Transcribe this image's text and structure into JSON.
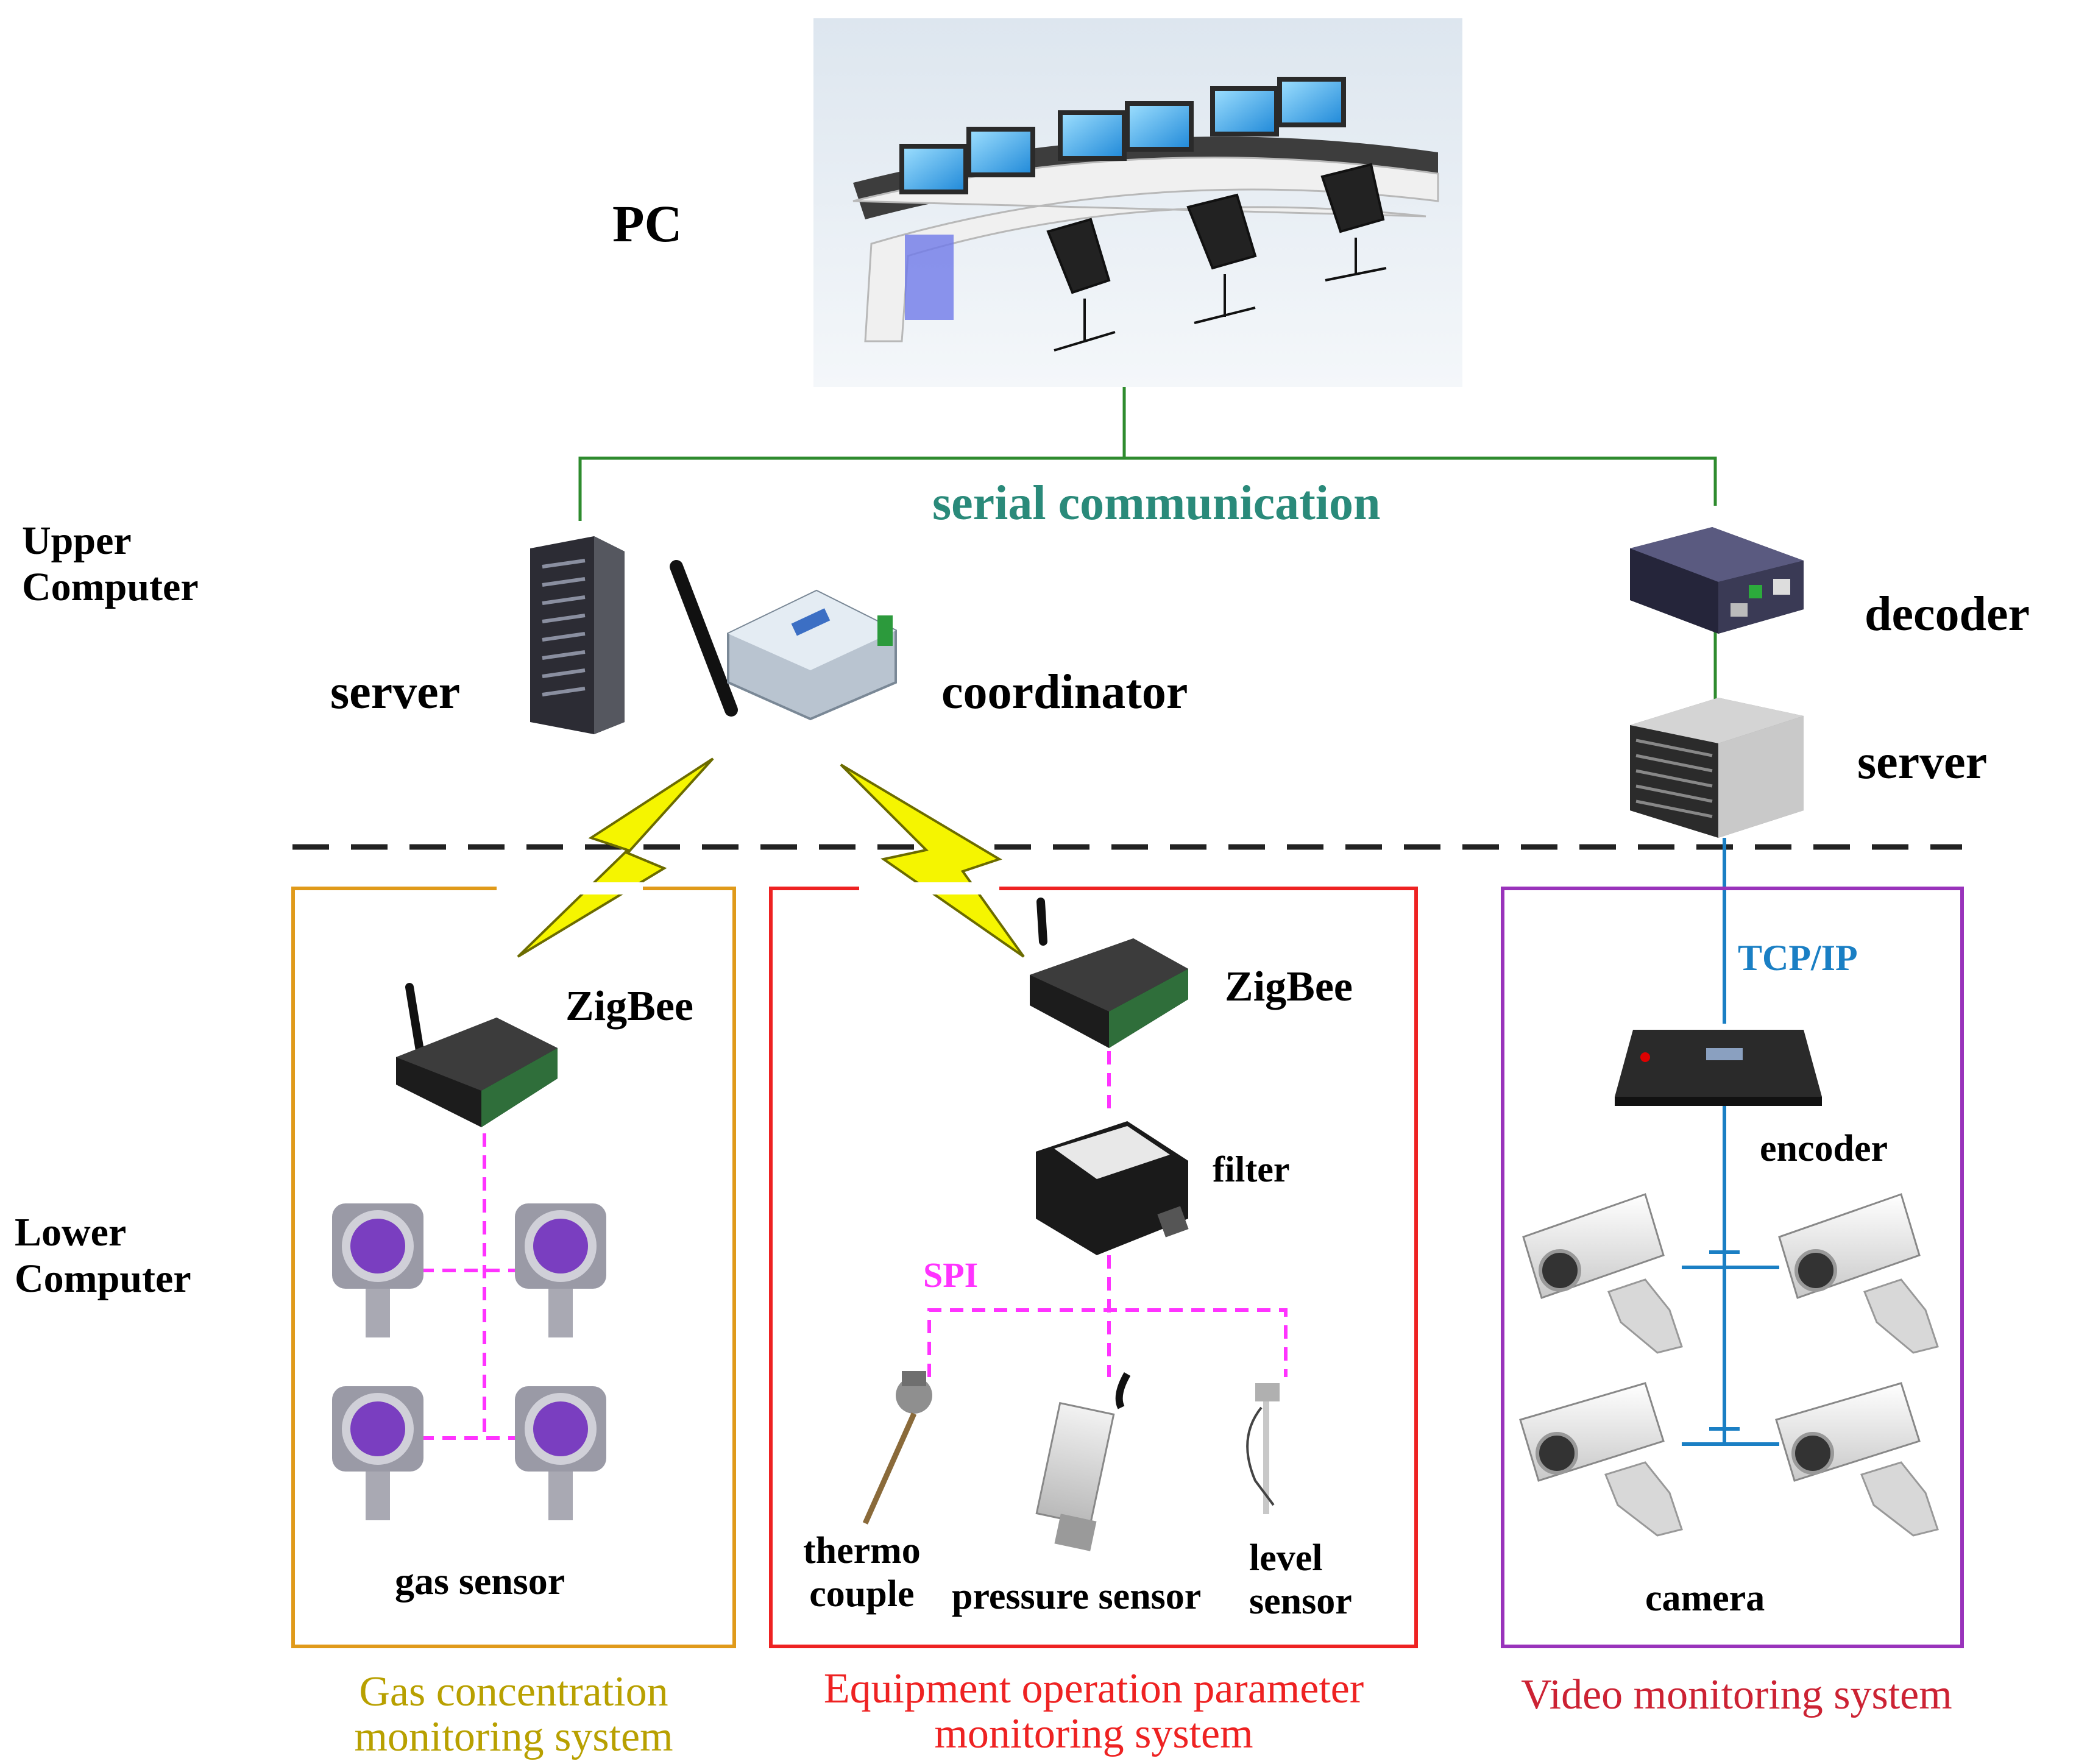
{
  "labels": {
    "pc": "PC",
    "serial_communication": "serial communication",
    "upper_computer": [
      "Upper",
      "Computer"
    ],
    "lower_computer": [
      "Lower",
      "Computer"
    ],
    "server_left": "server",
    "coordinator": "coordinator",
    "decoder": "decoder",
    "server_right": "server",
    "zigbee_left": "ZigBee",
    "zigbee_mid": "ZigBee",
    "gas_sensor": "gas sensor",
    "filter": "filter",
    "spi": "SPI",
    "thermocouple": [
      "thermo",
      "couple"
    ],
    "pressure_sensor": "pressure sensor",
    "level_sensor": [
      "level",
      "sensor"
    ],
    "tcp_ip": "TCP/IP",
    "encoder": "encoder",
    "camera": "camera"
  },
  "captions": {
    "gas_system": [
      "Gas concentration",
      "monitoring system"
    ],
    "equipment_system": [
      "Equipment operation parameter",
      "monitoring system"
    ],
    "video_system": "Video monitoring system"
  },
  "colors": {
    "serial_line": "#2e8b2e",
    "serial_text": "#2a8a7a",
    "spi_line": "#ff33ff",
    "tcp_line": "#1a7fc4",
    "gas_box": "#e09a1a",
    "equipment_box": "#ee2222",
    "video_box": "#9933bb",
    "gas_caption": "#b8a000",
    "equipment_caption": "#ee2222",
    "video_caption": "#cc2233",
    "lightning": "#f5f500"
  },
  "icons": [
    "control-room-photo",
    "tower-server-icon",
    "wireless-coordinator-icon",
    "decoder-icon",
    "rack-server-icon",
    "zigbee-module-icon",
    "gas-sensor-icon",
    "filter-icon",
    "thermocouple-icon",
    "pressure-sensor-icon",
    "level-sensor-icon",
    "encoder-icon",
    "camera-icon",
    "lightning-icon"
  ]
}
